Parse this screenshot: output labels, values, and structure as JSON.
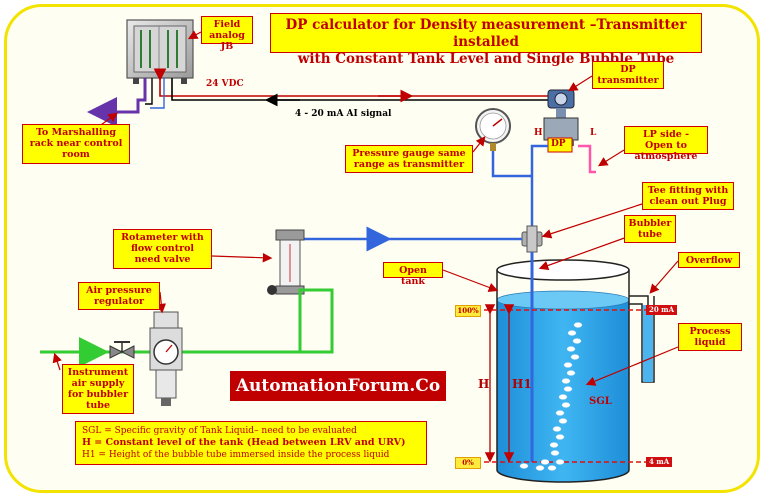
{
  "title": {
    "line1": "DP calculator for Density measurement –Transmitter installed",
    "line2": "with Constant Tank Level and Single Bubble Tube"
  },
  "callouts": {
    "field_jb": "Field analog JB",
    "dp_transmitter": "DP transmitter",
    "marshalling": "To Marshalling rack near control room",
    "pressure_gauge": "Pressure gauge same range as transmitter",
    "lp_side": "LP side - Open to atmosphere",
    "tee_fitting": "Tee fitting with clean out Plug",
    "bubbler_tube": "Bubbler tube",
    "rotameter": "Rotameter with flow control need valve",
    "open_tank": "Open tank",
    "overflow": "Overflow",
    "air_regulator": "Air pressure regulator",
    "process_liquid": "Process liquid",
    "instrument_air": "Instrument air supply for bubbler tube"
  },
  "labels": {
    "vdc": "24 VDC",
    "ai_signal": "4 - 20 mA AI signal",
    "dp": "DP",
    "h_side": "H",
    "l_side": "L",
    "pct_100": "100%",
    "pct_0": "0%",
    "ma_20": "20 mA",
    "ma_4": "4 mA",
    "h_dim": "H",
    "h1_dim": "H1",
    "sgl": "SGL"
  },
  "brand": "AutomationForum.Co",
  "legend": {
    "line1": "SGL = Specific gravity of Tank Liquid– need to be evaluated",
    "line2": "H = Constant level of the tank (Head between LRV and URV)",
    "line3": "H1 = Height of the bubble tube immersed inside the process liquid"
  },
  "colors": {
    "border": "#f2e300",
    "callout_fill": "#ffff00",
    "callout_text": "#c00000",
    "air_line": "#33cc33",
    "signal_line": "#c00000",
    "bubbler_line": "#3366dd",
    "liquid": "#2aa0e8",
    "marshalling_arrow": "#6633aa"
  }
}
